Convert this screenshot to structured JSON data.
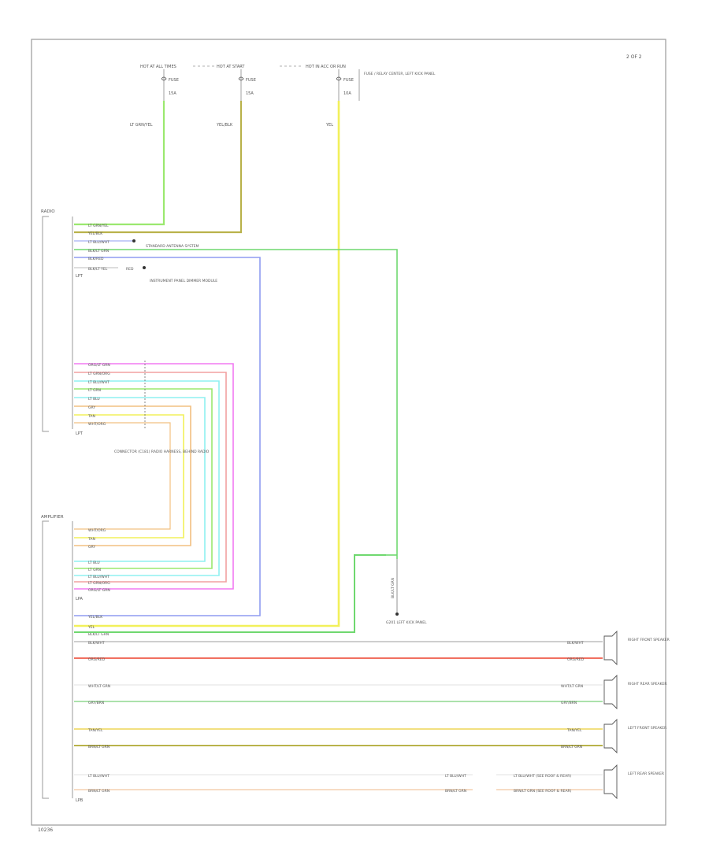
{
  "page_label": "2 OF 2",
  "footer_code": "10236",
  "top_sources": {
    "hot_at_all_times": "HOT AT ALL TIMES",
    "hot_at_start": "HOT AT START",
    "hot_in_acc_or_run": "HOT IN ACC OR RUN",
    "fuse_a": "FUSE",
    "fuse_a_amp": "15A",
    "fuse_b": "FUSE",
    "fuse_b_amp": "15A",
    "fuse_c": "FUSE",
    "fuse_c_amp": "10A",
    "fuse_box_note": "FUSE / RELAY CENTER, LEFT KICK PANEL"
  },
  "vertical_wire_labels": {
    "lt_green": "LT GRN/YEL",
    "yel_blk": "YEL/BLK",
    "yel": "YEL"
  },
  "radio": {
    "title": "RADIO",
    "pin_label": "LPT",
    "wires_top": [
      "LT GRN/YEL",
      "YEL/BLK",
      "LT BLU/WHT",
      "BLK/LT GRN",
      "BLK/RED",
      "BLK/LT YEL"
    ],
    "antenna_note": "STANDARD ANTENNA SYSTEM",
    "illum_label": "RED",
    "illum_note": "INSTRUMENT PANEL DIMMER MODULE",
    "wires_bottom": [
      "ORG/LT GRN",
      "LT GRN/ORG",
      "LT BLU/WHT",
      "LT GRN",
      "LT BLU",
      "GRY",
      "TAN",
      "WHT/ORG"
    ],
    "splice_note": "CONNECTOR (C181) RADIO HARNESS, BEHIND RADIO"
  },
  "amplifier": {
    "title": "AMPLIFIER",
    "pin_label_a": "LPA",
    "pin_label_b": "LPB",
    "wires_in": [
      "WHT/ORG",
      "TAN",
      "GRY",
      "LT BLU",
      "LT GRN",
      "LT BLU/WHT",
      "LT GRN/ORG",
      "ORG/LT GRN"
    ],
    "power_wires": [
      "YEL/BLK",
      "YEL",
      "BLK/LT GRN"
    ],
    "ground_note": "G201 LEFT KICK PANEL",
    "ground_wire": "BLK/LT GRN"
  },
  "speaker_wires": {
    "rf_pos": "BLK/WHT",
    "rf_neg": "ORG/RED",
    "lf_pos": "WHT/LT GRN",
    "lf_neg": "GRY/BRN",
    "lr_pos": "TAN/YEL",
    "lr_neg": "BRN/LT GRN",
    "rr_pos": "LT BLU/WHT",
    "rr_neg": "BRN/LT GRN",
    "rr_pos_far": "LT BLU/WHT (SEE ROOF & REAR)",
    "rr_neg_far": "BRN/LT GRN (SEE ROOF & REAR)"
  },
  "speakers": {
    "rf": "RIGHT FRONT SPEAKER",
    "lf": "RIGHT REAR SPEAKER",
    "lr": "LEFT FRONT SPEAKER",
    "rr": "LEFT REAR SPEAKER"
  },
  "colors": {
    "lt_green": "#9be86f",
    "yel_blk": "#b9b24a",
    "yel": "#f2f05a",
    "blue": "#8f9cf0",
    "green": "#6fd86f",
    "magenta": "#f27af2",
    "pink": "#f2a0a0",
    "cyan": "#8ff0f0",
    "orange": "#f2c080",
    "tan": "#e8d8a0",
    "red": "#f07060",
    "gray": "#b0b0b0"
  }
}
